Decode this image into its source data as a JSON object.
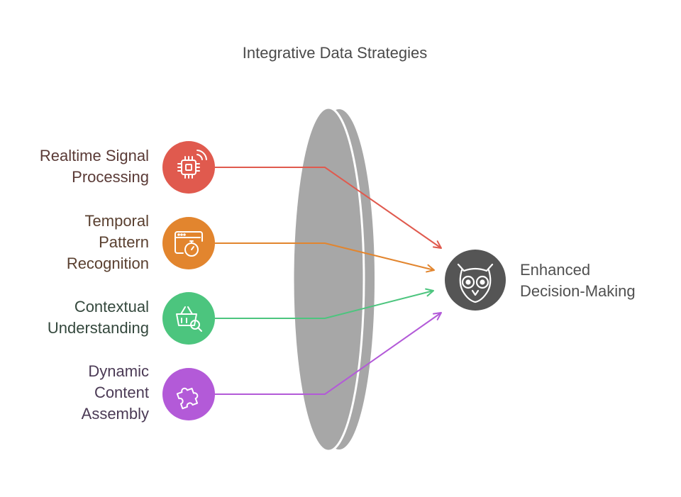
{
  "title": "Integrative Data Strategies",
  "inputs": [
    {
      "label": "Realtime Signal\nProcessing",
      "icon": "cpu-signal-icon",
      "color": "#e05a4e",
      "text_color": "#5a3a36"
    },
    {
      "label": "Temporal\nPattern\nRecognition",
      "icon": "browser-stopwatch-icon",
      "color": "#e2852e",
      "text_color": "#5a4030"
    },
    {
      "label": "Contextual\nUnderstanding",
      "icon": "basket-search-icon",
      "color": "#4cc57e",
      "text_color": "#34483d"
    },
    {
      "label": "Dynamic\nContent\nAssembly",
      "icon": "puzzle-piece-icon",
      "color": "#b35ad8",
      "text_color": "#4b3a55"
    }
  ],
  "lens_color": "#a7a7a7",
  "output": {
    "label": "Enhanced\nDecision-Making",
    "icon": "owl-icon",
    "color": "#555555"
  }
}
